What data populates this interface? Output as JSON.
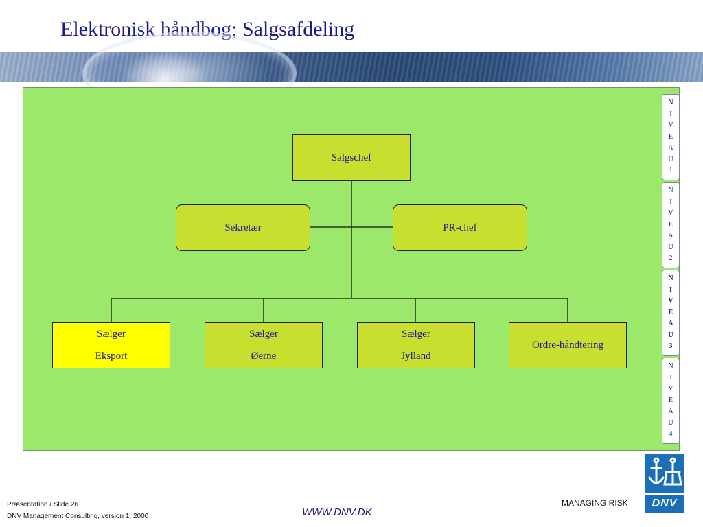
{
  "slide": {
    "title": "Elektronisk håndbog; Salgsafdeling"
  },
  "diagram": {
    "nodes": {
      "salgschef": "Salgschef",
      "sekretaer": "Sekretær",
      "pr_chef": "PR-chef",
      "saelger_eksport": [
        "Sælger",
        "Eksport"
      ],
      "saelger_oerne": [
        "Sælger",
        "Øerne"
      ],
      "saelger_jylland": [
        "Sælger",
        "Jylland"
      ],
      "ordre": "Ordre-håndtering"
    },
    "levels": [
      {
        "letters": [
          "N",
          "I",
          "V",
          "E",
          "A",
          "U",
          "1"
        ],
        "active": false
      },
      {
        "letters": [
          "N",
          "I",
          "V",
          "E",
          "A",
          "U",
          "2"
        ],
        "active": false
      },
      {
        "letters": [
          "N",
          "I",
          "V",
          "E",
          "A",
          "U",
          "3"
        ],
        "active": true
      },
      {
        "letters": [
          "N",
          "I",
          "V",
          "E",
          "A",
          "U",
          "4"
        ],
        "active": false
      }
    ]
  },
  "footer": {
    "slide_number": "Præsentation / Slide 26",
    "company_version": "DNV Management Consulting, version 1, 2000",
    "url": "WWW.DNV.DK",
    "tagline": "MANAGING RISK",
    "logo_text": "DNV"
  },
  "colors": {
    "panel": "#9be86a",
    "box": "#c9df30",
    "highlight": "#ffff00",
    "text": "#1a1a8c",
    "logo": "#1b6fb8"
  }
}
